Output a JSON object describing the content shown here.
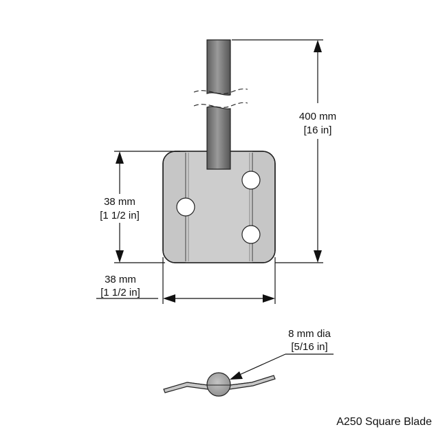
{
  "dimensions": {
    "rod_length_mm": "400 mm",
    "rod_length_in": "[16 in]",
    "blade_height_mm": "38 mm",
    "blade_height_in": "[1 1/2 in]",
    "blade_width_mm": "38 mm",
    "blade_width_in": "[1 1/2 in]",
    "hole_dia_mm": "8 mm dia",
    "hole_dia_in": "[5/16 in]"
  },
  "caption": "A250 Square Blade",
  "colors": {
    "blade_fill": "#c8c8c8",
    "rod_fill": "#7a7a7a",
    "line": "#111111"
  }
}
